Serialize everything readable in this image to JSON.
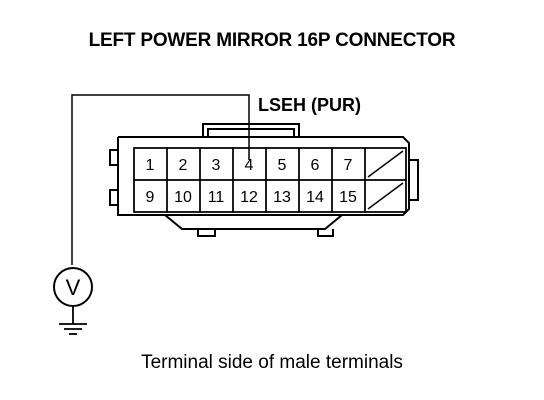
{
  "title": "LEFT POWER MIRROR 16P CONNECTOR",
  "wire_label": "LSEH (PUR)",
  "caption": "Terminal side of male terminals",
  "meter_symbol": "V",
  "connector": {
    "row1": [
      "1",
      "2",
      "3",
      "4",
      "5",
      "6",
      "7"
    ],
    "row2": [
      "9",
      "10",
      "11",
      "12",
      "13",
      "14",
      "15"
    ],
    "probed_terminal": "4"
  },
  "icons": [
    "voltmeter-icon",
    "ground-symbol-icon"
  ]
}
